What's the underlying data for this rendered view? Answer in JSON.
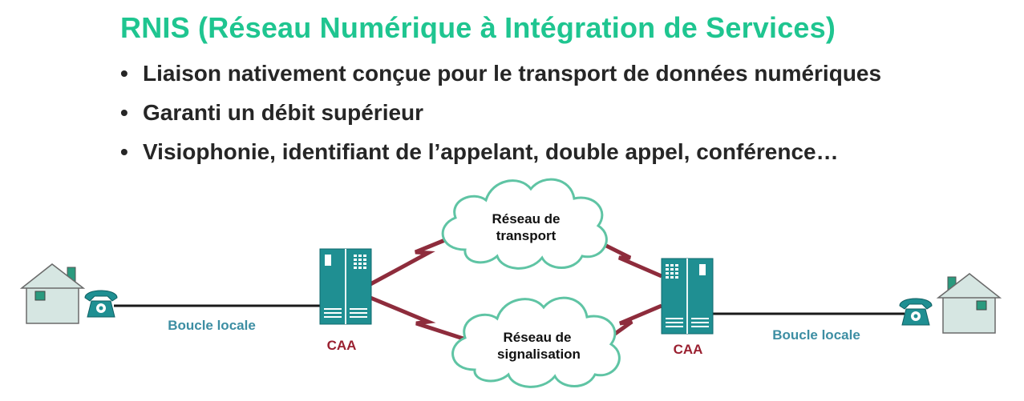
{
  "title": "RNIS (Réseau Numérique à Intégration de Services)",
  "bullets": [
    "Liaison nativement conçue pour le transport de données numériques",
    "Garanti un débit supérieur",
    "Visiophonie, identifiant de l’appelant, double appel, conférence…"
  ],
  "bullet_glyph": "•",
  "diagram": {
    "cloud_transport": [
      "Réseau de",
      "transport"
    ],
    "cloud_signalisation": [
      "Réseau de",
      "signalisation"
    ],
    "caa_left": "CAA",
    "caa_right": "CAA",
    "loop_left": "Boucle locale",
    "loop_right": "Boucle locale"
  },
  "colors": {
    "title": "#1fc590",
    "cloud_stroke": "#5fc4a4",
    "link_red": "#8e2c3c",
    "equipment": "#1f8f92",
    "house_fill": "#d6e6e2",
    "label_blue": "#3d8ea3",
    "label_red": "#9a2030"
  }
}
